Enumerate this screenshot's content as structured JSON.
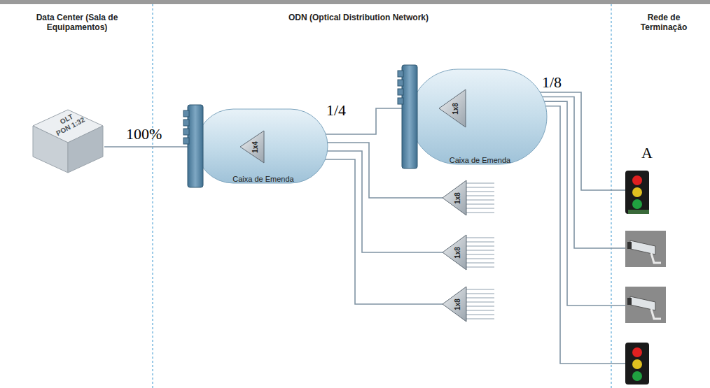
{
  "diagram": {
    "nodes": [
      {
        "text": [
          "OLT",
          "PON 1:32"
        ]
      },
      {
        "text": [
          "Caixa de Emenda"
        ]
      },
      {
        "text": [
          "1x4"
        ],
        "in": 1
      },
      {
        "text": [
          "Caixa de Emenda"
        ]
      },
      {
        "text": [
          "1x8"
        ],
        "in": 3
      },
      {
        "text": [
          "1x8"
        ]
      },
      {
        "text": [
          "1x8"
        ]
      },
      {
        "text": [
          "1x8"
        ]
      }
    ],
    "edges": [
      {
        "from": 0,
        "to": 2,
        "arrow": "none",
        "label": "100%"
      },
      {
        "from": 2,
        "to": 4,
        "arrow": "none",
        "label": "1/4"
      },
      {
        "from": 2,
        "to": 5,
        "arrow": "none"
      },
      {
        "from": 2,
        "to": 6,
        "arrow": "none"
      },
      {
        "from": 2,
        "to": 7,
        "arrow": "none"
      }
    ],
    "labels": [
      "Data Center (Sala de Equipamentos)",
      "ODN (Optical Distribution Network)",
      "Rede de Terminação",
      "1/8",
      "A"
    ]
  }
}
